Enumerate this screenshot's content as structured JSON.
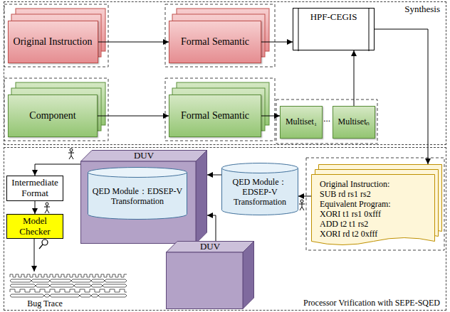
{
  "diagram": {
    "nodes": [
      {
        "text": [
          "Synthesis"
        ]
      },
      {
        "text": [
          "Original Instruction"
        ],
        "in": 0
      },
      {
        "text": [
          "Formal Semantic"
        ],
        "in": 0
      },
      {
        "text": [
          "HPF-CEGIS"
        ],
        "in": 0
      },
      {
        "text": [
          "Component"
        ],
        "in": 0
      },
      {
        "text": [
          "Formal Semantic"
        ],
        "in": 0
      },
      {
        "text": [
          "Multiset₁"
        ],
        "in": 0
      },
      {
        "text": [
          "Multisetₙ"
        ],
        "in": 0
      },
      {
        "text": [
          "Processor Vrification with SEPE-SQED"
        ]
      },
      {
        "text": [
          "Intermediate Format"
        ],
        "in": 8
      },
      {
        "text": [
          "DUV"
        ],
        "in": 8
      },
      {
        "text": [
          "QED Module：EDSEP-V Transformation"
        ],
        "in": 10
      },
      {
        "text": [
          "QED Module：EDSEP-V Transformation"
        ],
        "in": 8
      },
      {
        "text": [
          "Original Instruction:",
          "SUB rd rs1 rs2",
          "Equivalent Program:",
          "XORI t1 rs1 0xfff",
          "ADD t2 t1 rs2",
          "XORI rd t2 0xfff"
        ],
        "in": 8
      },
      {
        "text": [
          "Model Checker"
        ],
        "in": 8
      },
      {
        "text": [
          "DUV"
        ],
        "in": 8
      }
    ],
    "edges": [
      {
        "from": 1,
        "to": 2,
        "arrow": "to"
      },
      {
        "from": 2,
        "to": 3,
        "arrow": "to"
      },
      {
        "from": 4,
        "to": 5,
        "arrow": "to"
      },
      {
        "from": 5,
        "to": 6,
        "arrow": "to"
      },
      {
        "from": 7,
        "to": 3,
        "arrow": "to"
      },
      {
        "from": 3,
        "to": 13,
        "arrow": "to"
      },
      {
        "from": 13,
        "to": 12,
        "arrow": "to"
      },
      {
        "from": 12,
        "to": 10,
        "arrow": "to"
      },
      {
        "from": 15,
        "to": 10,
        "arrow": "to"
      },
      {
        "from": 10,
        "to": 9,
        "arrow": "to"
      },
      {
        "from": 9,
        "to": 14,
        "arrow": "to"
      }
    ],
    "labels": [
      "...",
      "Bug Trace"
    ]
  }
}
